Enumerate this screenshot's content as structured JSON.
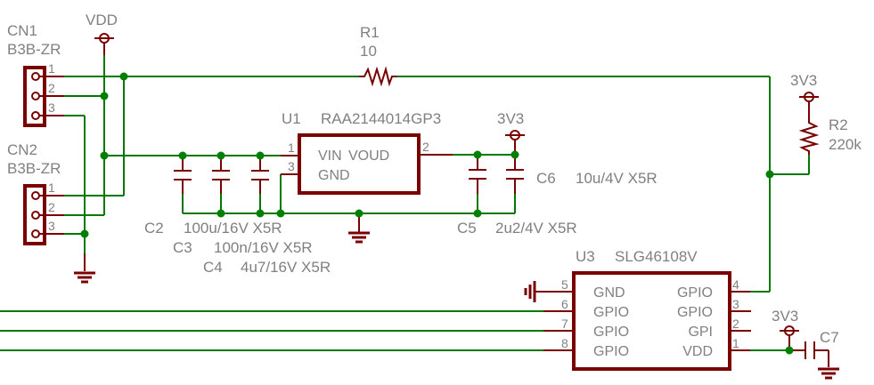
{
  "colors": {
    "wire": "#007800",
    "symbol": "#7a0000",
    "junction": "#008000",
    "text": "#808080",
    "background": "#ffffff"
  },
  "power_labels": {
    "vdd": "VDD",
    "v3v3_u1": "3V3",
    "v3v3_r2": "3V3",
    "v3v3_c7": "3V3"
  },
  "connectors": [
    {
      "ref": "CN1",
      "value": "B3B-ZR",
      "pins": [
        "1",
        "2",
        "3"
      ]
    },
    {
      "ref": "CN2",
      "value": "B3B-ZR",
      "pins": [
        "1",
        "2",
        "3"
      ]
    }
  ],
  "resistors": [
    {
      "ref": "R1",
      "value": "10"
    },
    {
      "ref": "R2",
      "value": "220k"
    }
  ],
  "capacitors": [
    {
      "ref": "C2",
      "value": "100u/16V X5R"
    },
    {
      "ref": "C3",
      "value": "100n/16V X5R"
    },
    {
      "ref": "C4",
      "value": "4u7/16V X5R"
    },
    {
      "ref": "C5",
      "value": "2u2/4V X5R"
    },
    {
      "ref": "C6",
      "value": "10u/4V X5R"
    },
    {
      "ref": "C7",
      "value": ""
    }
  ],
  "u1": {
    "ref": "U1",
    "value": "RAA2144014GP3",
    "inner": {
      "vin": "VIN",
      "voud": "VOUD",
      "gnd": "GND"
    },
    "pins": {
      "vin": "1",
      "gnd": "3",
      "vout": "2"
    }
  },
  "u3": {
    "ref": "U3",
    "value": "SLG46108V",
    "left_pins": [
      {
        "num": "5",
        "name": "GND"
      },
      {
        "num": "6",
        "name": "GPIO"
      },
      {
        "num": "7",
        "name": "GPIO"
      },
      {
        "num": "8",
        "name": "GPIO"
      }
    ],
    "right_pins": [
      {
        "num": "4",
        "name": "GPIO"
      },
      {
        "num": "3",
        "name": "GPIO"
      },
      {
        "num": "2",
        "name": "GPI"
      },
      {
        "num": "1",
        "name": "VDD"
      }
    ]
  }
}
